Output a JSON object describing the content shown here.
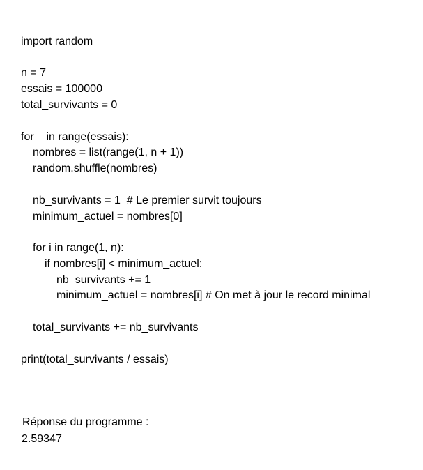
{
  "code": {
    "l01": "import random",
    "l02": "n = 7",
    "l03": "essais = 100000",
    "l04": "total_survivants = 0",
    "l05": "for _ in range(essais):",
    "l06": "nombres = list(range(1, n + 1))",
    "l07": "random.shuffle(nombres)",
    "l08": "nb_survivants = 1  # Le premier survit toujours",
    "l09": "minimum_actuel = nombres[0]",
    "l10": "for i in range(1, n):",
    "l11": "if nombres[i] < minimum_actuel:",
    "l12": "nb_survivants += 1",
    "l13": "minimum_actuel = nombres[i] # On met à jour le record minimal",
    "l14": "total_survivants += nb_survivants",
    "l15": "print(total_survivants / essais)"
  },
  "output": {
    "label": "Réponse du programme :",
    "value": "2.59347"
  }
}
